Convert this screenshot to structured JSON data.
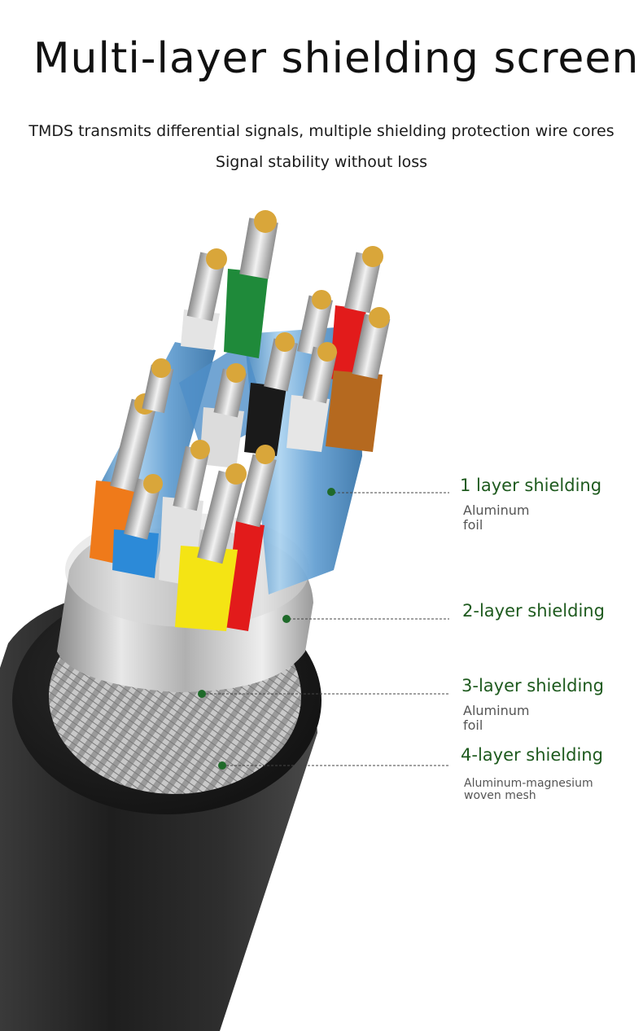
{
  "title": "Multi-layer shielding screen",
  "subtitle_line1": "TMDS transmits differential signals, multiple shielding protection wire cores",
  "subtitle_line2": "Signal stability without loss",
  "callouts": [
    {
      "label": "1 layer shielding",
      "desc_line1": "Aluminum",
      "desc_line2": "foil"
    },
    {
      "label": "2-layer shielding"
    },
    {
      "label": "3-layer shielding",
      "desc_line1": "Aluminum",
      "desc_line2": "foil"
    },
    {
      "label": "4-layer shielding",
      "desc_line1": "Aluminum-magnesium",
      "desc_line2": "woven mesh"
    }
  ],
  "colors": {
    "label_green": "#1e5a1e",
    "dot_green": "#1f6a2a",
    "jacket": "#2a2a2a",
    "foil_blue": "#6aa6d6"
  }
}
